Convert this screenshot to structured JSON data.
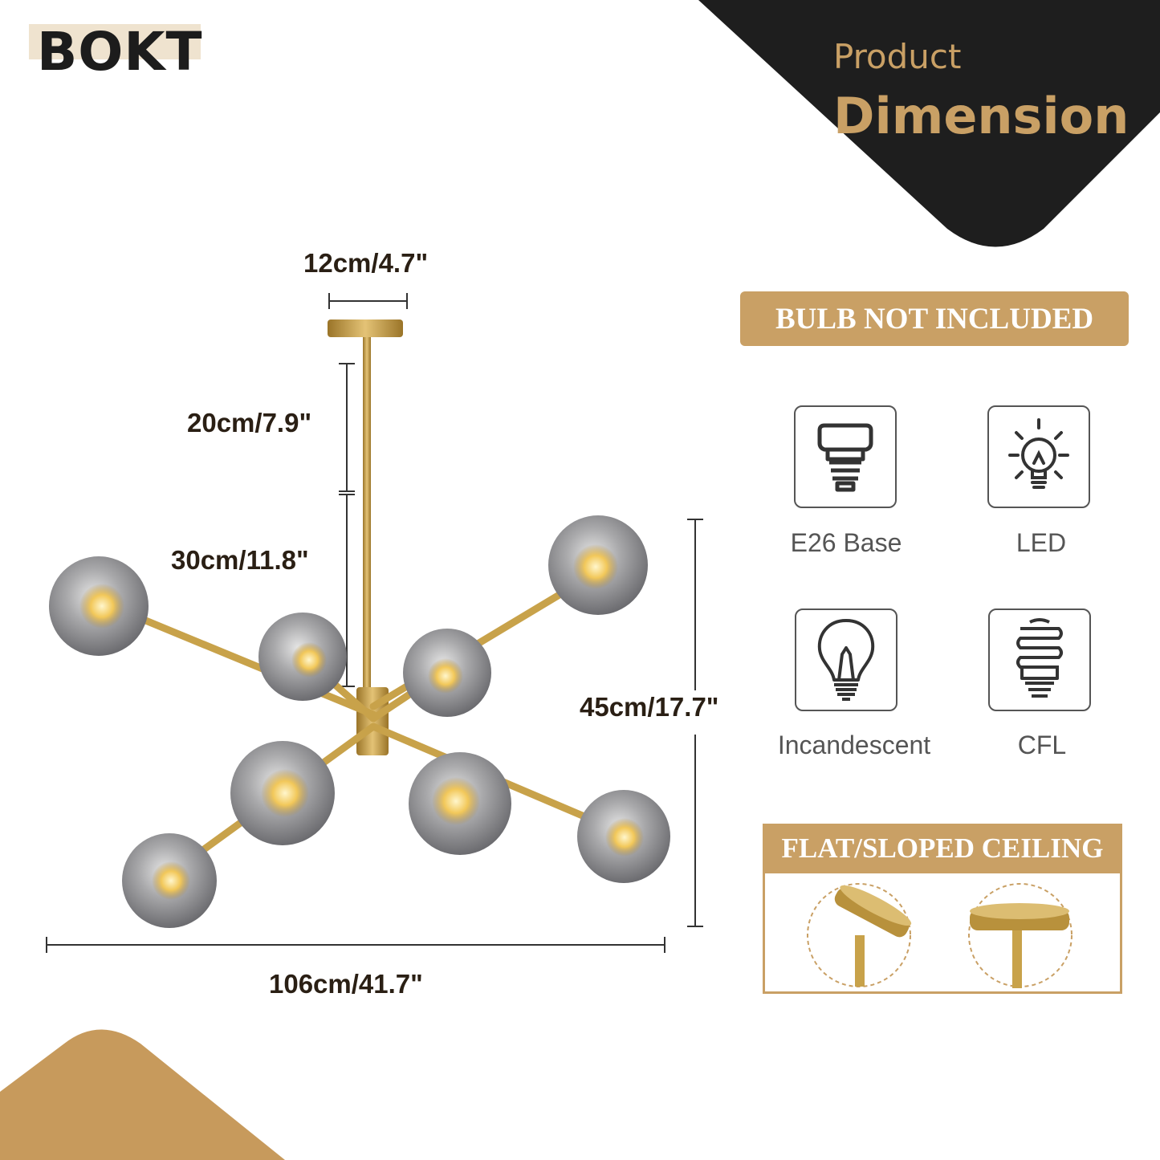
{
  "brand": {
    "name": "BOKT"
  },
  "banner": {
    "subtitle": "Product",
    "title": "Dimension"
  },
  "dimensions": {
    "canopy_width": "12cm/4.7\"",
    "rod_upper": "20cm/7.9\"",
    "rod_lower": "30cm/11.8\"",
    "height": "45cm/17.7\"",
    "width": "106cm/41.7\""
  },
  "bulb_notice": "BULB NOT INCLUDED",
  "bulb_types": [
    {
      "label": "E26 Base",
      "icon": "e26-base-icon"
    },
    {
      "label": "LED",
      "icon": "led-bulb-icon"
    },
    {
      "label": "Incandescent",
      "icon": "incandescent-bulb-icon"
    },
    {
      "label": "CFL",
      "icon": "cfl-bulb-icon"
    }
  ],
  "ceiling": {
    "title": "FLAT/SLOPED CEILING"
  },
  "colors": {
    "gold": "#c9a065",
    "dark": "#1e1e1e",
    "brass": "#c8a24a",
    "smoke_glass": "#8d8d8f"
  }
}
